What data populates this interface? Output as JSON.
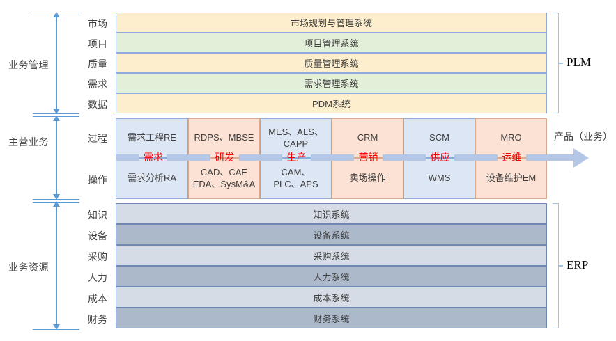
{
  "diagram": {
    "title_groups": [
      {
        "label": "业务管理"
      },
      {
        "label": "主营业务"
      },
      {
        "label": "业务资源"
      }
    ],
    "plm": {
      "brace_label": "PLM",
      "rows": [
        {
          "name": "市场",
          "system": "市场规划与管理系统",
          "tone": "yellow"
        },
        {
          "name": "项目",
          "system": "项目管理系统",
          "tone": "green"
        },
        {
          "name": "质量",
          "system": "质量管理系统",
          "tone": "yellow"
        },
        {
          "name": "需求",
          "system": "需求管理系统",
          "tone": "green"
        },
        {
          "name": "数据",
          "system": "PDM系统",
          "tone": "yellow"
        }
      ]
    },
    "main": {
      "row_labels": {
        "process": "过程",
        "operation": "操作"
      },
      "output_label": "产品（业务）",
      "columns": [
        {
          "stage": "需求",
          "process": "需求工程RE",
          "operation": "需求分析RA",
          "tone": "blue"
        },
        {
          "stage": "研发",
          "process": "RDPS、MBSE",
          "operation": "CAD、CAE\nEDA、SysM&A",
          "tone": "peach"
        },
        {
          "stage": "生产",
          "process": "MES、ALS、\nCAPP",
          "operation": "CAM、\nPLC、APS",
          "tone": "blue"
        },
        {
          "stage": "营销",
          "process": "CRM",
          "operation": "卖场操作",
          "tone": "peach"
        },
        {
          "stage": "供应",
          "process": "SCM",
          "operation": "WMS",
          "tone": "blue"
        },
        {
          "stage": "运维",
          "process": "MRO",
          "operation": "设备维护EM",
          "tone": "peach"
        }
      ]
    },
    "erp": {
      "brace_label": "ERP",
      "rows": [
        {
          "name": "知识",
          "system": "知识系统",
          "tone": "light"
        },
        {
          "name": "设备",
          "system": "设备系统",
          "tone": "dark"
        },
        {
          "name": "采购",
          "system": "采购系统",
          "tone": "light"
        },
        {
          "name": "人力",
          "system": "人力系统",
          "tone": "dark"
        },
        {
          "name": "成本",
          "system": "成本系统",
          "tone": "light"
        },
        {
          "name": "财务",
          "system": "财务系统",
          "tone": "dark"
        }
      ]
    },
    "colors": {
      "yellow": "#fdeecd",
      "green": "#e2efd9",
      "blue": "#dce6f4",
      "peach": "#fbe2d5",
      "erp_light": "#d6dce5",
      "erp_dark": "#acb9ca",
      "flow_bar": "#b4c7e7",
      "flow_text": "#ff0000",
      "arrow_blue": "#5b9bd5",
      "brace_blue": "#9dc3e6"
    }
  }
}
